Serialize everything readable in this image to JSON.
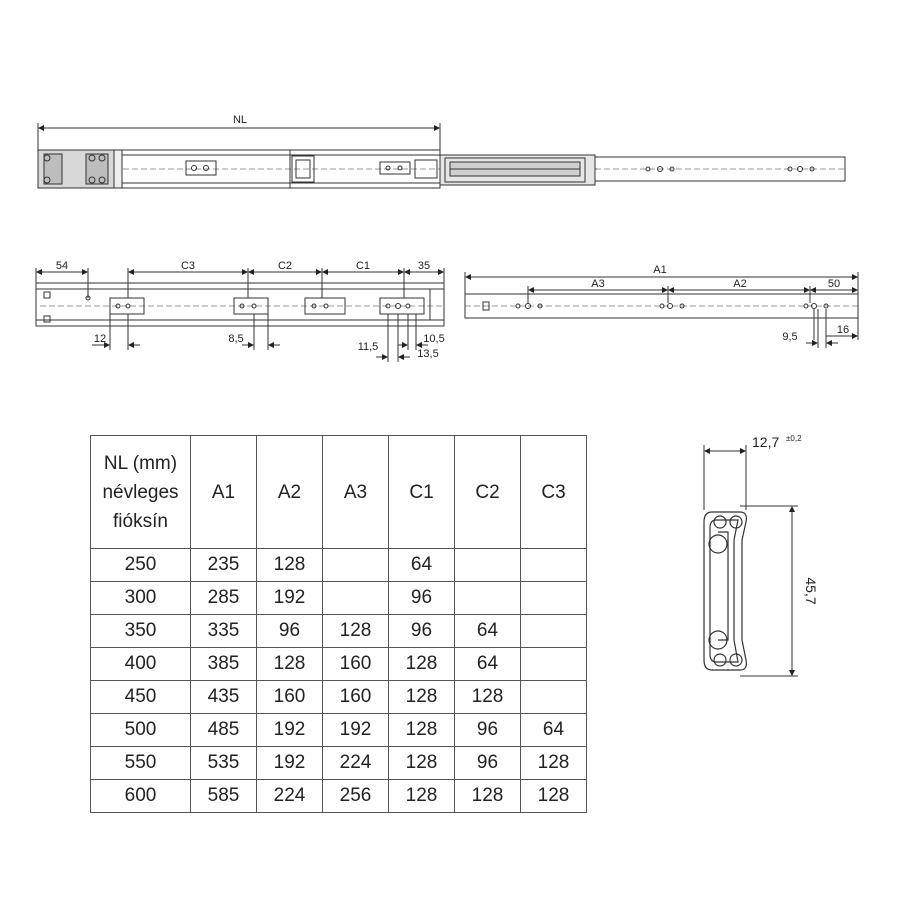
{
  "drawing": {
    "top_view": {
      "dim_nl": "NL"
    },
    "side_view_left": {
      "dim_54": "54",
      "dim_c3": "C3",
      "dim_c2": "C2",
      "dim_c1": "C1",
      "dim_35": "35",
      "dim_12": "12",
      "dim_8_5": "8,5",
      "dim_10_5": "10,5",
      "dim_11_5": "11,5",
      "dim_13_5": "13,5"
    },
    "side_view_right": {
      "dim_a1": "A1",
      "dim_a3": "A3",
      "dim_a2": "A2",
      "dim_50": "50",
      "dim_9_5": "9,5",
      "dim_16": "16"
    },
    "profile": {
      "width": "12,7",
      "tolerance": "±0,2",
      "height": "45,7"
    }
  },
  "table": {
    "headers": [
      "NL (mm)\nnévleges\nfióksín",
      "A1",
      "A2",
      "A3",
      "C1",
      "C2",
      "C3"
    ],
    "rows": [
      [
        "250",
        "235",
        "128",
        "",
        "64",
        "",
        ""
      ],
      [
        "300",
        "285",
        "192",
        "",
        "96",
        "",
        ""
      ],
      [
        "350",
        "335",
        "96",
        "128",
        "96",
        "64",
        ""
      ],
      [
        "400",
        "385",
        "128",
        "160",
        "128",
        "64",
        ""
      ],
      [
        "450",
        "435",
        "160",
        "160",
        "128",
        "128",
        ""
      ],
      [
        "500",
        "485",
        "192",
        "192",
        "128",
        "96",
        "64"
      ],
      [
        "550",
        "535",
        "192",
        "224",
        "128",
        "96",
        "128"
      ],
      [
        "600",
        "585",
        "224",
        "256",
        "128",
        "128",
        "128"
      ]
    ]
  }
}
